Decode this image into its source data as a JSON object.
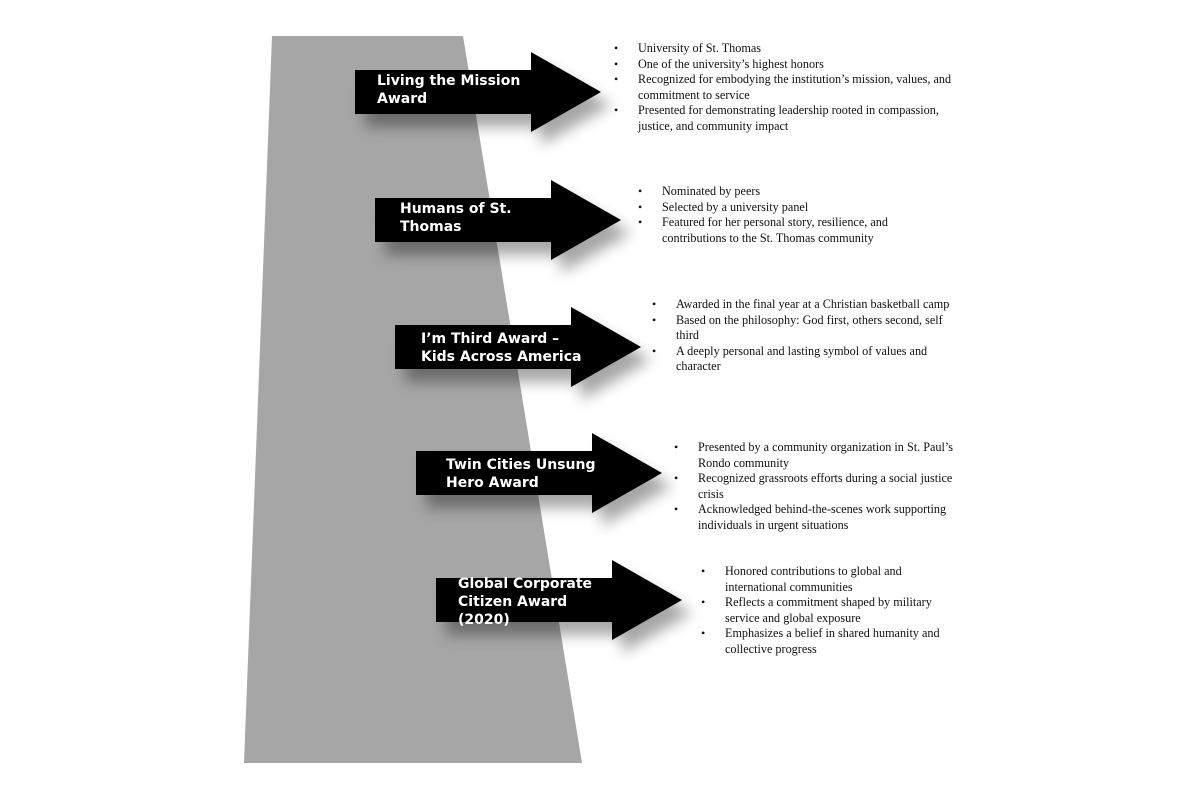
{
  "colors": {
    "band": "#a6a6a6",
    "arrow": "#000000",
    "arrow_text": "#ffffff",
    "body_text": "#111111"
  },
  "awards": [
    {
      "label": "Living the Mission Award",
      "bullets": [
        "University of St. Thomas",
        "One of the university’s highest honors",
        "Recognized for embodying the institution’s mission, values, and commitment to service",
        "Presented for demonstrating leadership rooted in compassion, justice, and community impact"
      ]
    },
    {
      "label": "Humans of St. Thomas",
      "bullets": [
        "Nominated by peers",
        "Selected by a university panel",
        "Featured for her personal story, resilience, and contributions to the St. Thomas community"
      ]
    },
    {
      "label": "I’m Third Award – Kids Across America",
      "bullets": [
        "Awarded in the final year at a Christian basketball camp",
        "Based on the philosophy: God first, others second, self third",
        "A deeply personal and lasting symbol of values and character"
      ]
    },
    {
      "label": "Twin Cities Unsung Hero Award",
      "bullets": [
        "Presented by a community organization in St. Paul’s Rondo community",
        "Recognized grassroots efforts during a social justice crisis",
        "Acknowledged behind-the-scenes work supporting individuals in urgent situations"
      ]
    },
    {
      "label": "Global Corporate Citizen Award (2020)",
      "bullets": [
        "Honored contributions to global and international communities",
        "Reflects a commitment shaped by military service and global exposure",
        "Emphasizes a belief in shared humanity and collective progress"
      ]
    }
  ]
}
